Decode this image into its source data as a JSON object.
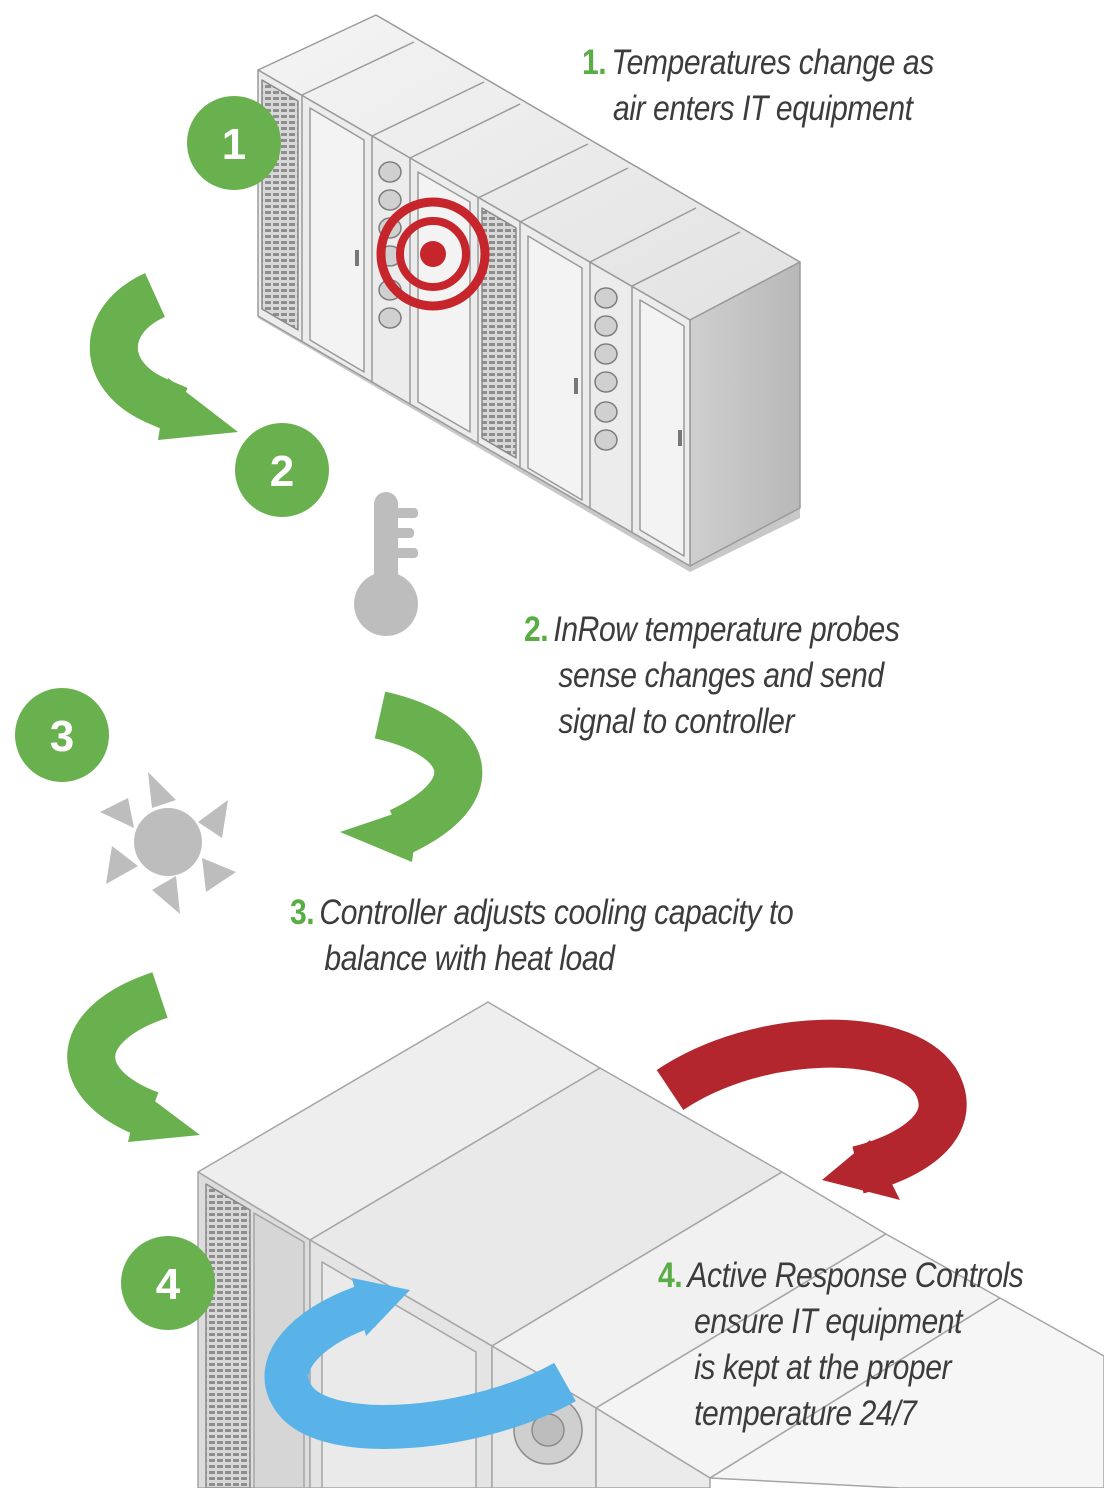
{
  "colors": {
    "green": "#69b04e",
    "red": "#b3262d",
    "blue": "#5ab3e8",
    "gray": "#bdbdbd",
    "number_text": "#5aad45",
    "body_text": "#3c3c3c"
  },
  "badges": [
    "1",
    "2",
    "3",
    "4"
  ],
  "icons": [
    "target-icon",
    "thermometer-icon",
    "fan-icon"
  ],
  "steps": [
    {
      "number": "1.",
      "lines": [
        "Temperatures change as",
        "air enters IT equipment"
      ]
    },
    {
      "number": "2.",
      "lines": [
        "InRow temperature probes",
        "sense changes and send",
        "signal to controller"
      ]
    },
    {
      "number": "3.",
      "lines": [
        "Controller adjusts cooling capacity to",
        "balance with heat load"
      ]
    },
    {
      "number": "4.",
      "lines": [
        "Active Response Controls",
        "ensure IT equipment",
        "is kept at the proper",
        "temperature 24/7"
      ]
    }
  ]
}
